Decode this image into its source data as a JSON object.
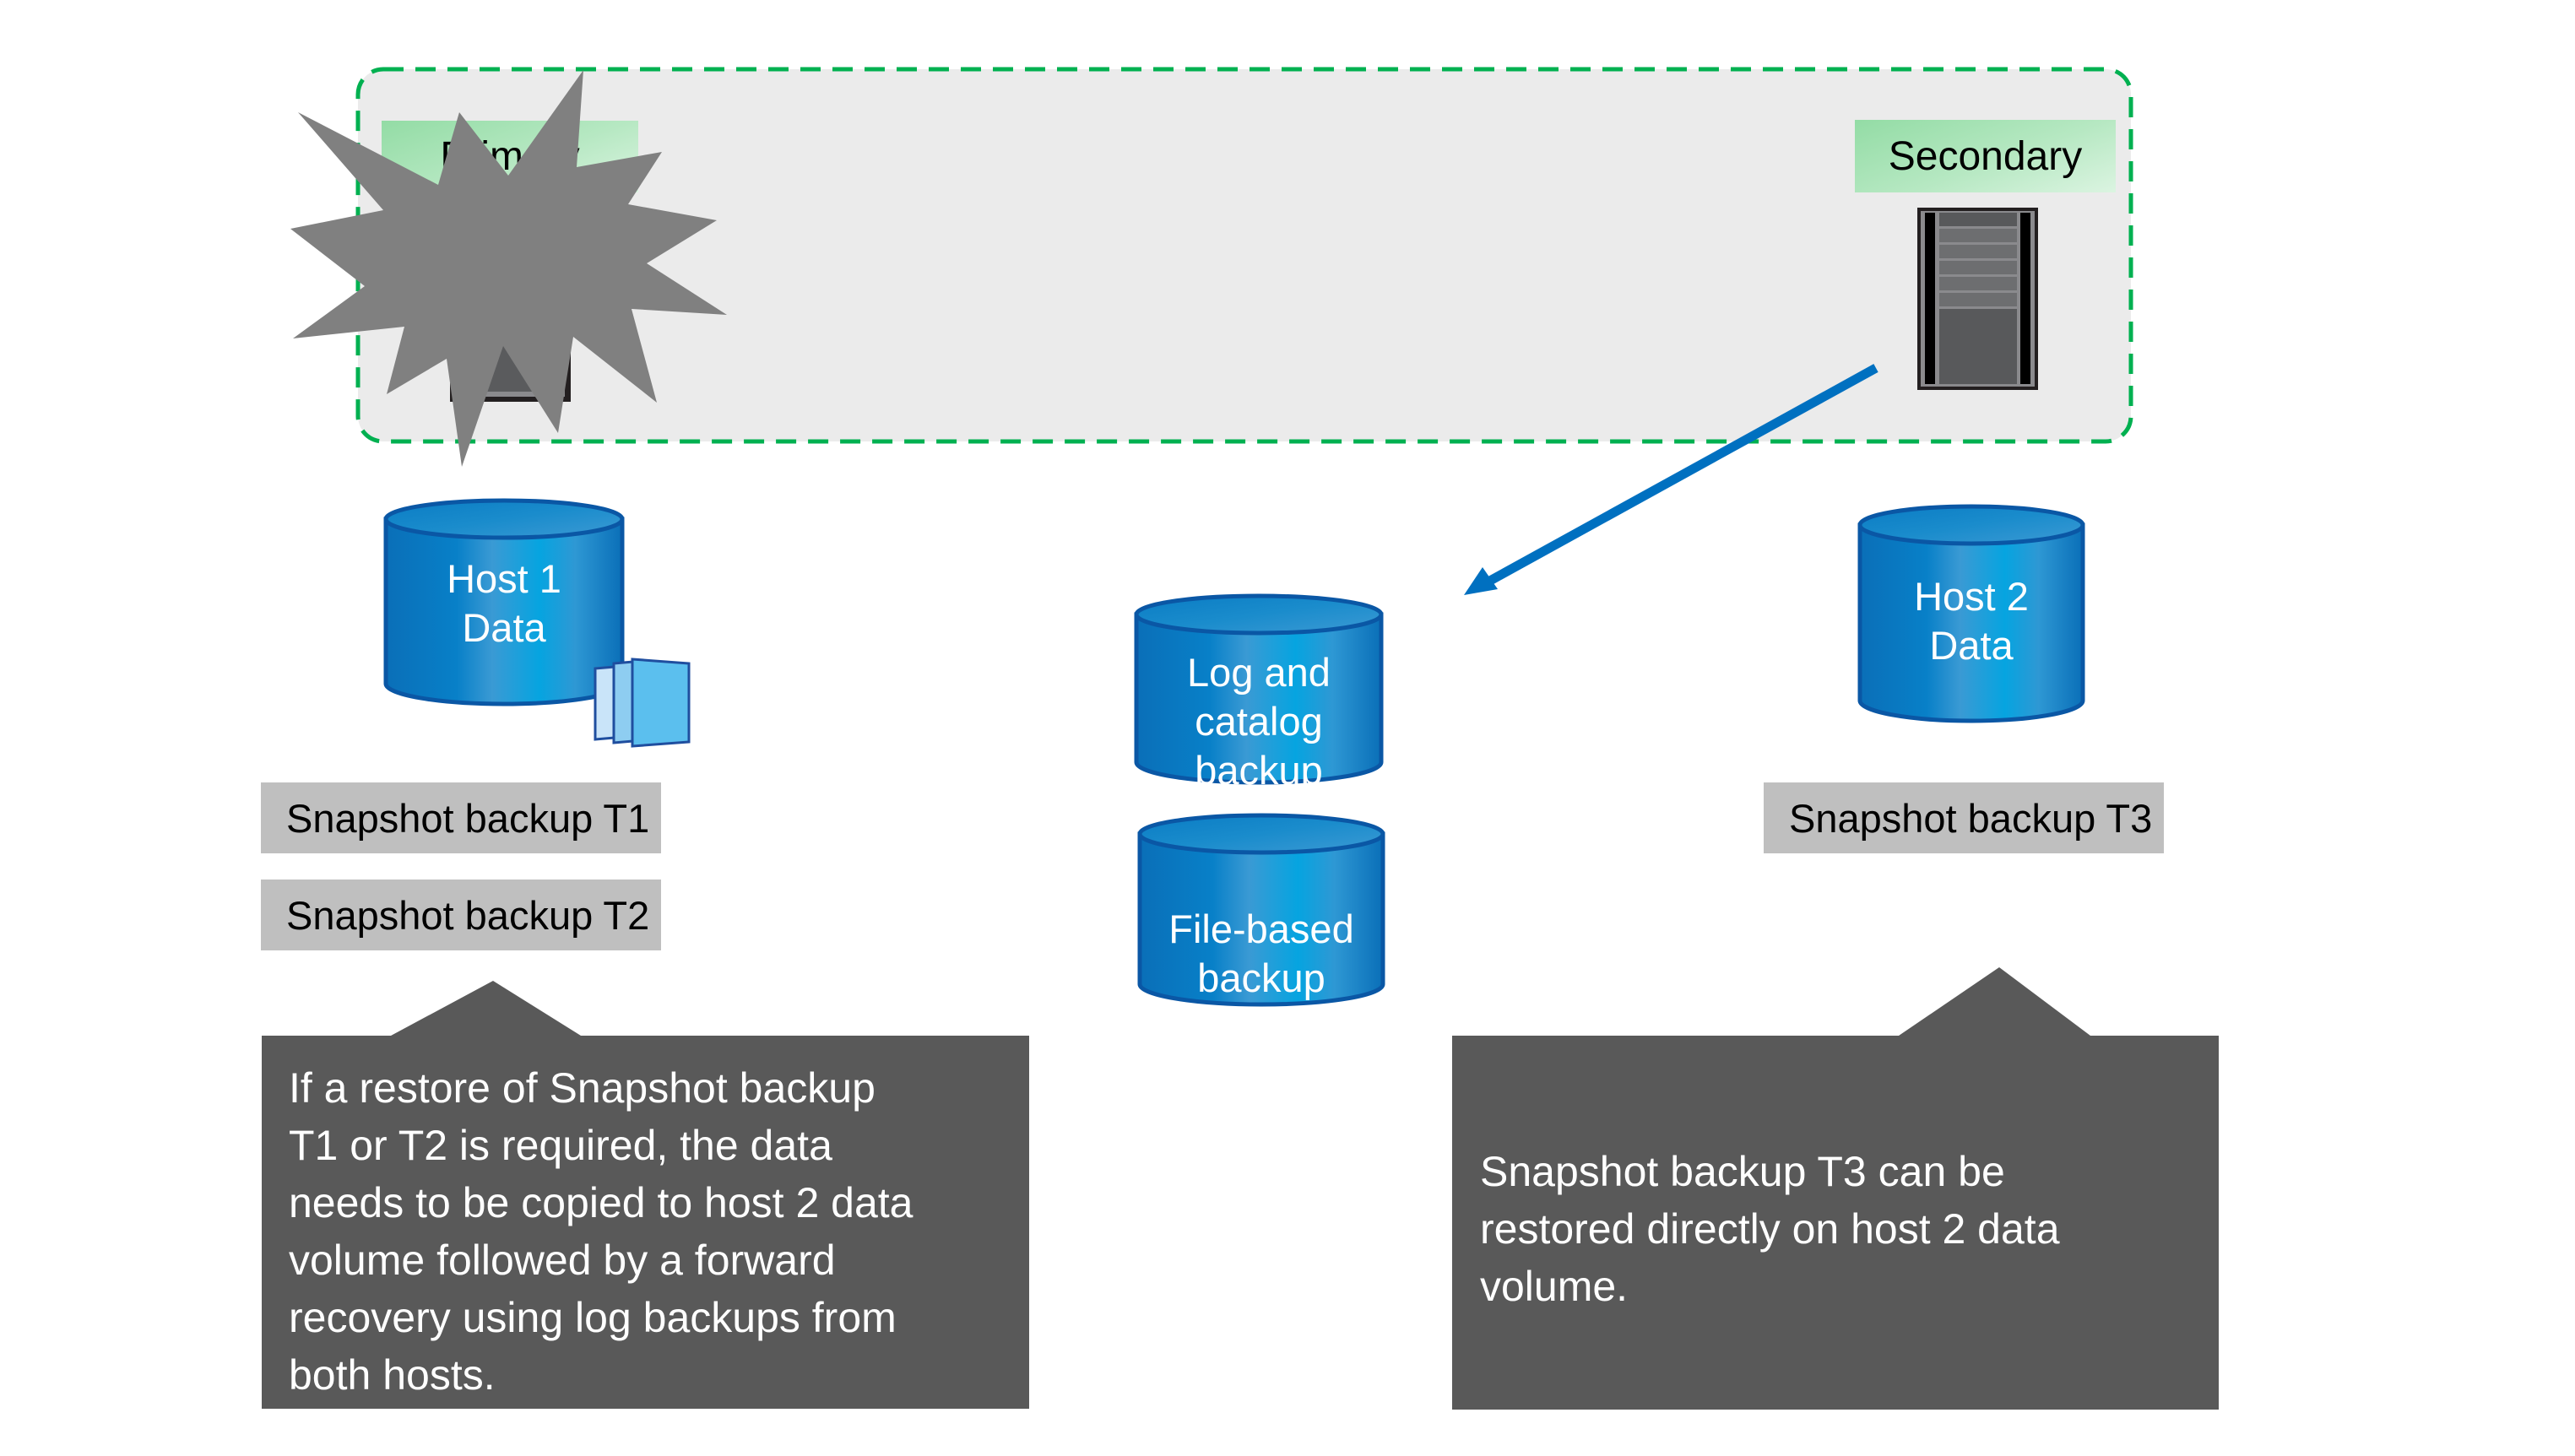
{
  "diagram": {
    "cluster": {
      "primary_label": "Primary",
      "secondary_label": "Secondary",
      "border_color": "#00b050",
      "fill_color": "#ebebeb"
    },
    "failure_icon": "explosion-starburst-icon",
    "volumes": {
      "host1": "Host 1\nData",
      "host2": "Host 2\nData",
      "log_catalog": "Log and\ncatalog\nbackup",
      "file_based": "File-based\nbackup"
    },
    "snapshots": {
      "t1": "Snapshot backup T1",
      "t2": "Snapshot backup T2",
      "t3": "Snapshot backup T3"
    },
    "callouts": {
      "left": "If a restore of Snapshot backup\nT1 or T2 is required, the data\nneeds to be copied to host 2 data\nvolume followed by a forward\nrecovery using log backups from\nboth hosts.",
      "right": "Snapshot backup T3 can be\nrestored directly on host 2 data\nvolume."
    },
    "colors": {
      "cylinder_blue": "#0a7fc8",
      "arrow_blue": "#0070c0",
      "callout_gray": "#595959",
      "snapshot_gray": "#bfbfbf",
      "starburst_gray": "#808080"
    }
  }
}
